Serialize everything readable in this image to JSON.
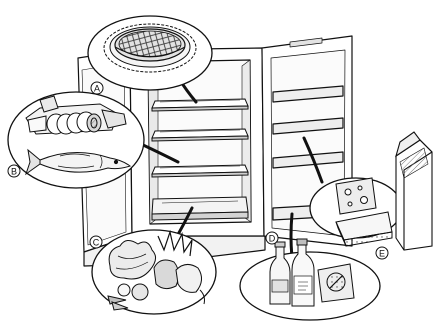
{
  "callouts": [
    {
      "letter": "A",
      "content": "pie-on-plate"
    },
    {
      "letter": "B",
      "content": "cold-meats-and-fish"
    },
    {
      "letter": "C",
      "content": "fruit-and-vegetables"
    },
    {
      "letter": "D",
      "content": "bottles-and-packaged-drinks"
    },
    {
      "letter": "E",
      "content": "cheese"
    }
  ],
  "colors": {
    "line": "#111111",
    "fill": "#ffffff",
    "shade": "#d9d9d9",
    "dark": "#8a8a8a"
  }
}
